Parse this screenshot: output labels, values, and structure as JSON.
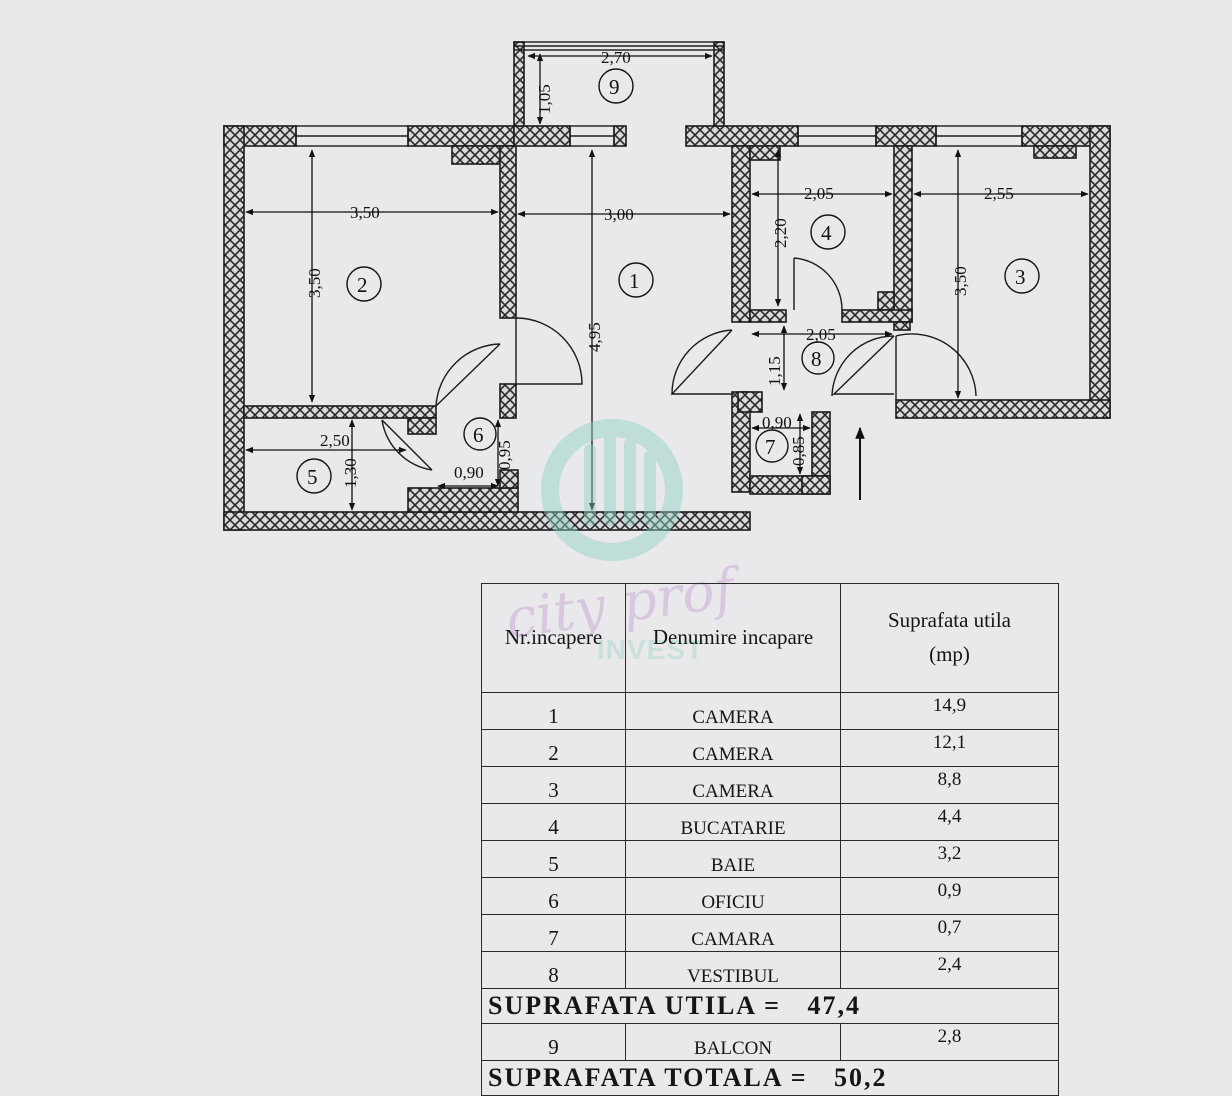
{
  "dimensions": {
    "balcony_width": "2,70",
    "balcony_depth": "1,05",
    "room2_width": "3,50",
    "room2_height": "3,50",
    "room1_width": "3,00",
    "room1_height": "4,95",
    "room4_width": "2,05",
    "room4_height": "2,20",
    "room3_width": "2,55",
    "room3_height": "3,50",
    "room8_width": "2,05",
    "room8_height": "1,15",
    "room5_width": "2,50",
    "room5_height": "1,30",
    "room6_width": "0,90",
    "room6_height": "0,95",
    "room7_width": "0,90",
    "room7_height": "0,85"
  },
  "room_numbers": [
    "1",
    "2",
    "3",
    "4",
    "5",
    "6",
    "7",
    "8",
    "9"
  ],
  "watermark": {
    "line1": "city prof",
    "line2": "INVEST",
    "color": "#8fd3c6"
  },
  "table": {
    "headers": {
      "nr": "Nr.incapere",
      "name": "Denumire incapare",
      "area": "Suprafata utila (mp)"
    },
    "rows": [
      {
        "nr": "1",
        "name": "CAMERA",
        "area": "14,9"
      },
      {
        "nr": "2",
        "name": "CAMERA",
        "area": "12,1"
      },
      {
        "nr": "3",
        "name": "CAMERA",
        "area": "8,8"
      },
      {
        "nr": "4",
        "name": "BUCATARIE",
        "area": "4,4"
      },
      {
        "nr": "5",
        "name": "BAIE",
        "area": "3,2"
      },
      {
        "nr": "6",
        "name": "OFICIU",
        "area": "0,9"
      },
      {
        "nr": "7",
        "name": "CAMARA",
        "area": "0,7"
      },
      {
        "nr": "8",
        "name": "VESTIBUL",
        "area": "2,4"
      }
    ],
    "subtotal_label": "SUPRAFATA UTILA =",
    "subtotal_value": "47,4",
    "balcony_row": {
      "nr": "9",
      "name": "BALCON",
      "area": "2,8"
    },
    "total_label": "SUPRAFATA TOTALA =",
    "total_value": "50,2"
  }
}
